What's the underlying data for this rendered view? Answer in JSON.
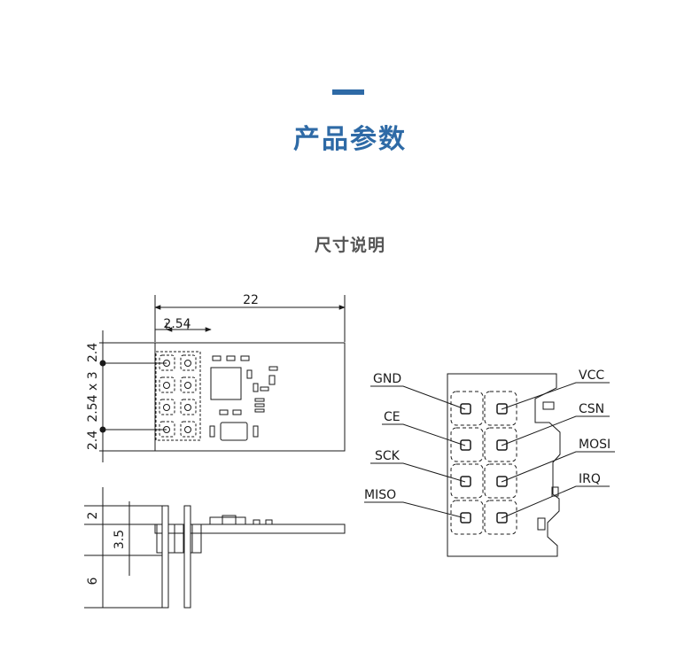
{
  "header": {
    "title": "产品参数",
    "subtitle": "尺寸说明",
    "accent_color": "#2e6aa6"
  },
  "top_view": {
    "dims": {
      "width": "22",
      "pitch": "2.54",
      "edge_top": "2.4",
      "pitch_rows": "2.54 x 3",
      "edge_bottom": "2.4"
    }
  },
  "side_view": {
    "dims": {
      "d1": "2",
      "d2": "3.5",
      "d3": "6"
    }
  },
  "pinout": {
    "left_labels": [
      "GND",
      "CE",
      "SCK",
      "MISO"
    ],
    "right_labels": [
      "VCC",
      "CSN",
      "MOSI",
      "IRQ"
    ]
  }
}
